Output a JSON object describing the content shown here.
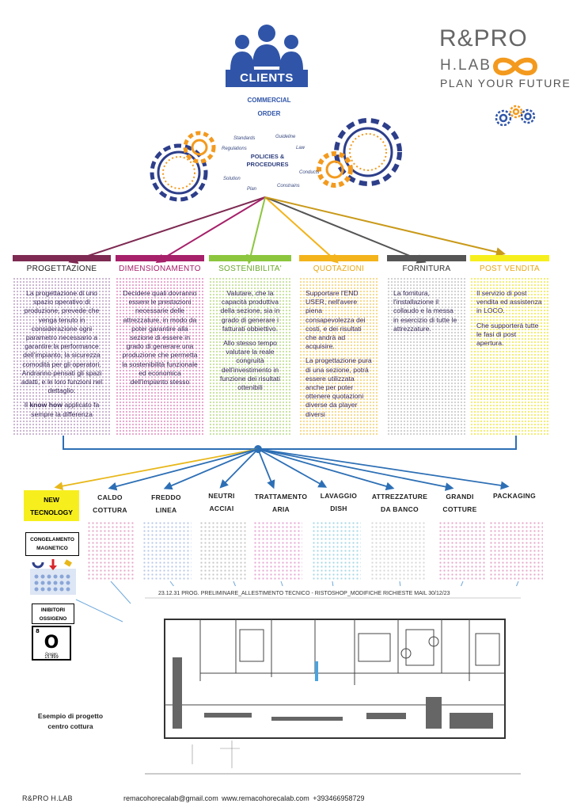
{
  "header": {
    "clients_label": "CLIENTS",
    "commercial_line1": "COMMERCIAL",
    "commercial_line2": "ORDER",
    "logo_main": "R&PRO",
    "logo_hlab": "H.LAB",
    "logo_tagline": "PLAN YOUR FUTURE",
    "policies_title_line1": "POLICIES &",
    "policies_title_line2": "PROCEDURES",
    "policy_words": [
      "Standards",
      "Guideline",
      "Regulations",
      "Law",
      "Conducts",
      "Solution",
      "Plan",
      "Constrains"
    ]
  },
  "columns": [
    {
      "title": "PROGETTAZIONE",
      "bar_color": "#7e2a52",
      "title_color": "#222222",
      "pattern_color": "#c9b3d0",
      "paragraphs": [
        "La progettazione di uno spazio operativo di produzione, prevede che venga tenuto in considerazione ogni parametro necessario a garantire la performance dell'impianto, la sicurezza comodità per gli operatori. Andranno pensati gli spazi adatti, e le loro funzioni nel dettaglio."
      ],
      "know_prefix": "Il ",
      "know_bold": "know how",
      "know_suffix": " applicato fa sempre la differenza"
    },
    {
      "title": "DIMENSIONAMENTO",
      "bar_color": "#a6206a",
      "title_color": "#a6206a",
      "pattern_color": "#e7a4cc",
      "paragraphs": [
        "Decidere quali dovranno essere le prestazioni necessarie delle attrezzature, in modo da poter garantire alla sezione di essere in grado di generare una produzione che permetta la sostenibilità funzionale ed economica dell'impianto stesso"
      ]
    },
    {
      "title": "SOSTENIBILITA'",
      "bar_color": "#8cc63e",
      "title_color": "#6aa82a",
      "pattern_color": "#c7e29e",
      "paragraphs": [
        "Valutare, che la capacità produttiva della sezione, sia in grado di generare i fatturati obbiettivo.",
        "Allo stesso tempo valutare la reale congruità dell'investimento in funzione dei risultati ottenibili"
      ]
    },
    {
      "title": "QUOTAZIONI",
      "bar_color": "#f3b31a",
      "title_color": "#e8a815",
      "pattern_color": "#f6d98c",
      "paragraphs": [
        "Supportare l'END USER, nell'avere piena consapevolezza dei costi, e dei risultati che andrà ad acquisire.",
        "La progettazione pura di una sezione, potrà essere utilizzata anche per poter ottenere quotazioni diverse da player diversi"
      ]
    },
    {
      "title": "FORNITURA",
      "bar_color": "#555555",
      "title_color": "#333333",
      "pattern_color": "#cfcfcf",
      "paragraphs": [
        "La fornitura, l'installazione il collaudo e la messa in esercizio di tutte le attrezzature."
      ]
    },
    {
      "title": "POST VENDITA",
      "bar_color": "#f6ef1d",
      "title_color": "#e8a815",
      "pattern_color": "#f3ec6e",
      "paragraphs": [
        "Il servizio di post vendita ed assistenza in LOCO.",
        "Che supporterà tutte le fasi di post apertura."
      ]
    }
  ],
  "categories": [
    {
      "line1": "NEW",
      "line2": "TECNOLOGY"
    },
    {
      "line1": "CALDO",
      "line2": "COTTURA"
    },
    {
      "line1": "FREDDO",
      "line2": "LINEA"
    },
    {
      "line1": "NEUTRI",
      "line2": "ACCIAI"
    },
    {
      "line1": "TRATTAMENTO",
      "line2": "ARIA"
    },
    {
      "line1": "LAVAGGIO",
      "line2": "DISH"
    },
    {
      "line1": "ATTREZZATURE",
      "line2": "DA BANCO"
    },
    {
      "line1": "GRANDI",
      "line2": "COTTURE"
    },
    {
      "line1": "PACKAGING",
      "line2": ""
    }
  ],
  "new_tech": {
    "congelamento_line1": "CONGELAMENTO",
    "congelamento_line2": "MAGNETICO",
    "inibitori_line1": "INIBITORI",
    "inibitori_line2": "OSSIGENO",
    "oxygen_number": "8",
    "oxygen_symbol": "O",
    "oxygen_name": "Oxygen",
    "oxygen_mass": "15.999"
  },
  "plan": {
    "title": "23.12.31 PROG. PRELIMINARE_ALLESTIMENTO TECNICO - RISTOSHOP_MODIFICHE RICHIESTE MAIL 30/12/23"
  },
  "example_label_line1": "Esempio di progetto",
  "example_label_line2": "centro cottura",
  "footer": {
    "left": "R&PRO H.LAB",
    "right": "remacohorecalab@gmail.com  www.remacohorecalab.com +393466958729"
  }
}
